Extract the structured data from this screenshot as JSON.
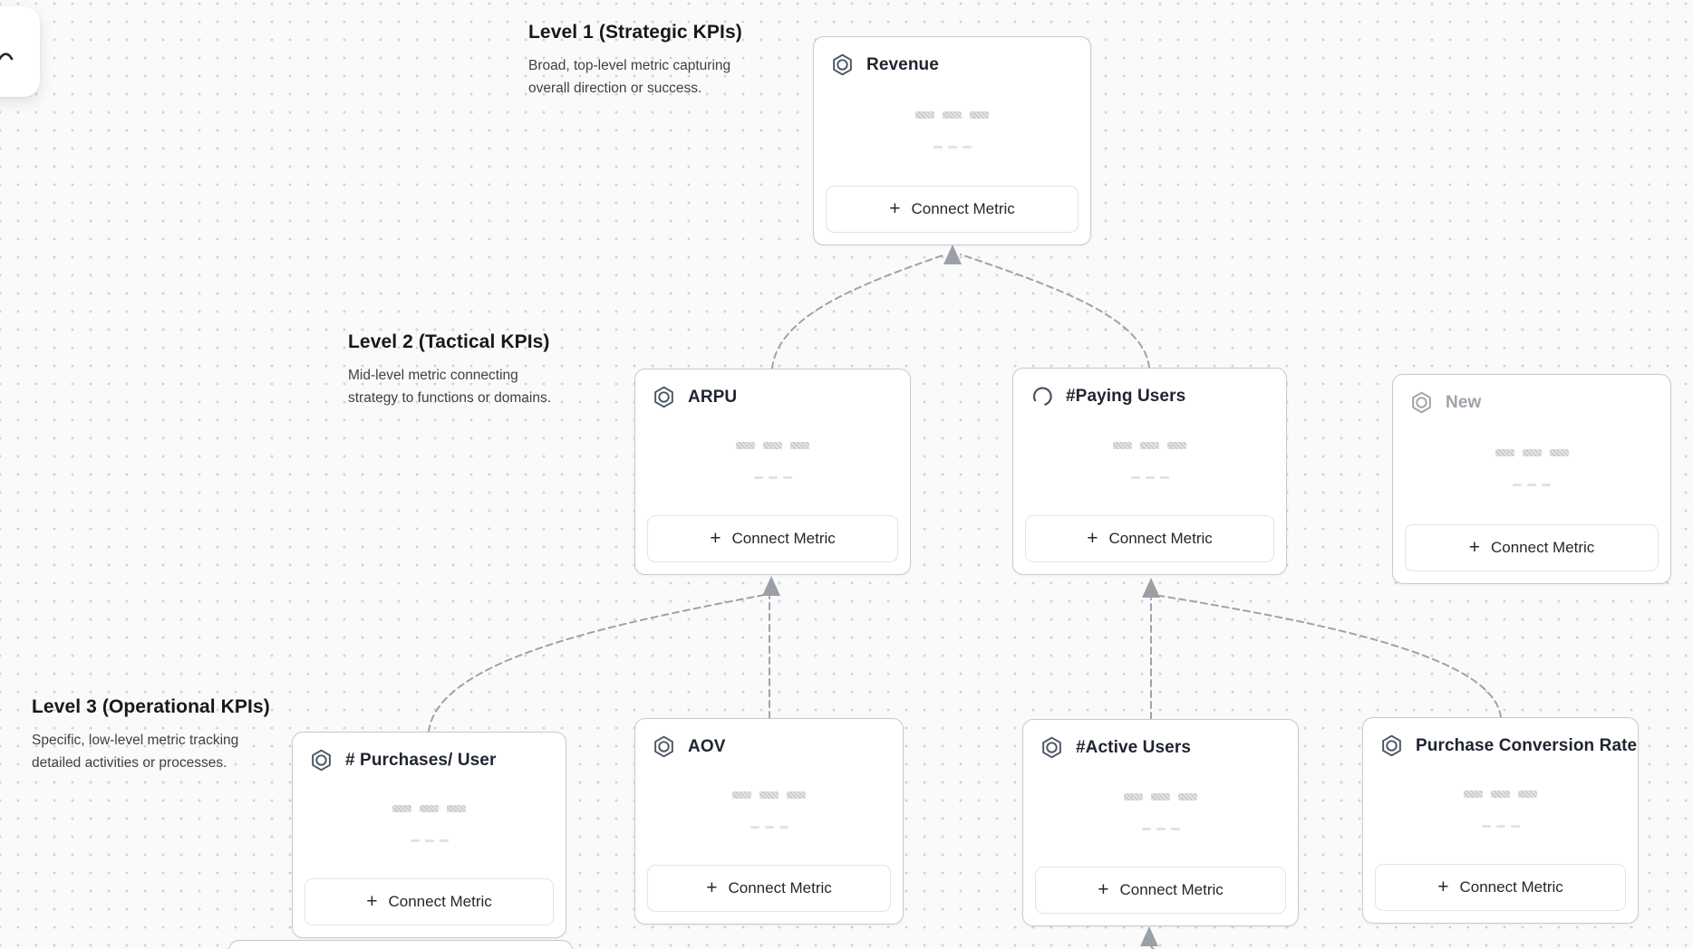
{
  "ui": {
    "plus": "+",
    "canvas_background": "#fafafa",
    "dot_color": "#d2d2d7",
    "connector_color": "#9ca3af",
    "card_border_color": "#c7cacf"
  },
  "levels": [
    {
      "title": "Level 1 (Strategic KPIs)",
      "description": "Broad, top-level metric capturing overall direction or success."
    },
    {
      "title": "Level 2 (Tactical KPIs)",
      "description": "Mid-level metric connecting strategy to functions or domains."
    },
    {
      "title": "Level 3 (Operational KPIs)",
      "description": "Specific, low-level metric tracking detailed activities or processes."
    }
  ],
  "cards": [
    {
      "title": "Revenue",
      "icon": "metric-hexagon-icon",
      "button_label": "Connect Metric",
      "level": 1,
      "state": "default"
    },
    {
      "title": "ARPU",
      "icon": "metric-hexagon-icon",
      "button_label": "Connect Metric",
      "level": 2,
      "state": "default"
    },
    {
      "title": "#Paying Users",
      "icon": "loading-spinner-icon",
      "button_label": "Connect Metric",
      "level": 2,
      "state": "loading"
    },
    {
      "title": "New",
      "icon": "metric-hexagon-icon",
      "button_label": "Connect Metric",
      "level": 2,
      "state": "draft"
    },
    {
      "title": "# Purchases/ User",
      "icon": "metric-hexagon-icon",
      "button_label": "Connect Metric",
      "level": 3,
      "state": "default"
    },
    {
      "title": "AOV",
      "icon": "metric-hexagon-icon",
      "button_label": "Connect Metric",
      "level": 3,
      "state": "default"
    },
    {
      "title": "#Active Users",
      "icon": "metric-hexagon-icon",
      "button_label": "Connect Metric",
      "level": 3,
      "state": "default"
    },
    {
      "title": "Purchase Conversion Rate",
      "icon": "metric-hexagon-icon",
      "button_label": "Connect Metric",
      "level": 3,
      "state": "default"
    }
  ]
}
